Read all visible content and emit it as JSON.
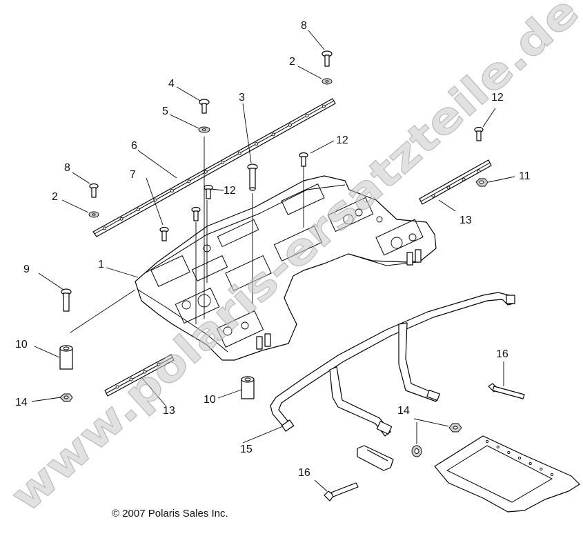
{
  "callouts": {
    "c1": "1",
    "c2a": "2",
    "c2b": "2",
    "c3": "3",
    "c4": "4",
    "c5": "5",
    "c6": "6",
    "c7": "7",
    "c8a": "8",
    "c8b": "8",
    "c9": "9",
    "c10a": "10",
    "c10b": "10",
    "c11": "11",
    "c12a": "12",
    "c12b": "12",
    "c12c": "12",
    "c13a": "13",
    "c13b": "13",
    "c14a": "14",
    "c14b": "14",
    "c15": "15",
    "c16a": "16",
    "c16b": "16"
  },
  "copyright": "© 2007 Polaris Sales Inc.",
  "watermark": "www.polaris-ersatzteile.de"
}
